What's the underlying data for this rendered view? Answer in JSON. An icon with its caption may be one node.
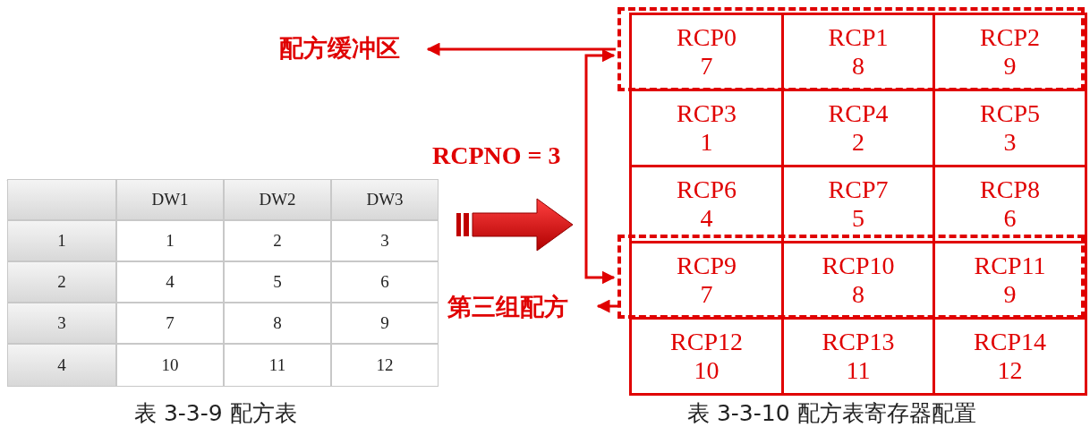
{
  "diagram": {
    "nodes": [
      {
        "text": [
          "配方缓冲区"
        ]
      },
      {
        "text": [],
        "shape": "box"
      },
      {
        "text": [
          "第三组配方"
        ]
      },
      {
        "text": [],
        "shape": "box"
      }
    ],
    "edges": [
      {
        "from": 1,
        "to": 0,
        "arrow": "to"
      },
      {
        "from": 3,
        "to": 2,
        "arrow": "to"
      },
      {
        "from": 1,
        "to": 3,
        "arrow": "both",
        "label": "RCPNO = 3"
      }
    ],
    "labels": [
      "DW1",
      "DW2",
      "DW3",
      "1",
      "1",
      "2",
      "3",
      "2",
      "4",
      "5",
      "6",
      "3",
      "7",
      "8",
      "9",
      "4",
      "10",
      "11",
      "12",
      "表 3-3-9 配方表",
      "RCP0",
      "7",
      "RCP1",
      "8",
      "RCP2",
      "9",
      "RCP3",
      "1",
      "RCP4",
      "2",
      "RCP5",
      "3",
      "RCP6",
      "4",
      "RCP7",
      "5",
      "RCP8",
      "6",
      "RCP9",
      "7",
      "RCP10",
      "8",
      "RCP11",
      "9",
      "RCP12",
      "10",
      "RCP13",
      "11",
      "RCP14",
      "12",
      "表 3-3-10 配方表寄存器配置"
    ]
  }
}
